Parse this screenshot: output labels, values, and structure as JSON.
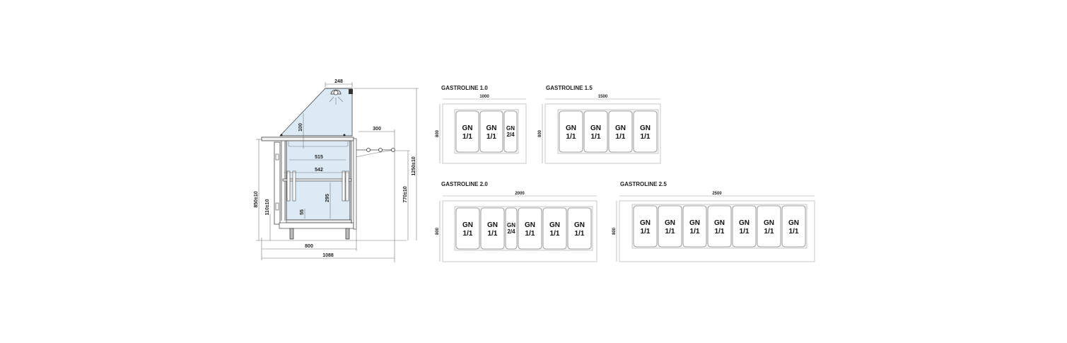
{
  "side_view": {
    "dimensions": {
      "top_width": "248",
      "sneeze_guard_height": "100",
      "inner_width_upper": "515",
      "inner_width_lower": "542",
      "shelf_height": "295",
      "base_height": "55",
      "tray_slide_depth": "300",
      "total_height": "1250±10",
      "counter_height": "850±10",
      "tray_slide_height": "770±10",
      "leg_height": "110±10",
      "body_depth": "800",
      "total_depth": "1088"
    }
  },
  "layouts": [
    {
      "title": "GASTROLINE 1.0",
      "width": "1000",
      "depth": "800",
      "pans": [
        {
          "line1": "GN",
          "line2": "1/1",
          "size": "full"
        },
        {
          "line1": "GN",
          "line2": "1/1",
          "size": "full"
        },
        {
          "line1": "GN",
          "line2": "2/4",
          "size": "half"
        }
      ]
    },
    {
      "title": "GASTROLINE 1.5",
      "width": "1500",
      "depth": "800",
      "pans": [
        {
          "line1": "GN",
          "line2": "1/1",
          "size": "full"
        },
        {
          "line1": "GN",
          "line2": "1/1",
          "size": "full"
        },
        {
          "line1": "GN",
          "line2": "1/1",
          "size": "full"
        },
        {
          "line1": "GN",
          "line2": "1/1",
          "size": "full"
        }
      ]
    },
    {
      "title": "GASTROLINE 2.0",
      "width": "2000",
      "depth": "800",
      "pans": [
        {
          "line1": "GN",
          "line2": "1/1",
          "size": "full"
        },
        {
          "line1": "GN",
          "line2": "1/1",
          "size": "full"
        },
        {
          "line1": "GN",
          "line2": "2/4",
          "size": "half"
        },
        {
          "line1": "GN",
          "line2": "1/1",
          "size": "full"
        },
        {
          "line1": "GN",
          "line2": "1/1",
          "size": "full"
        },
        {
          "line1": "GN",
          "line2": "1/1",
          "size": "full"
        }
      ]
    },
    {
      "title": "GASTROLINE 2.5",
      "width": "2500",
      "depth": "800",
      "pans": [
        {
          "line1": "GN",
          "line2": "1/1",
          "size": "full"
        },
        {
          "line1": "GN",
          "line2": "1/1",
          "size": "full"
        },
        {
          "line1": "GN",
          "line2": "1/1",
          "size": "full"
        },
        {
          "line1": "GN",
          "line2": "1/1",
          "size": "full"
        },
        {
          "line1": "GN",
          "line2": "1/1",
          "size": "full"
        },
        {
          "line1": "GN",
          "line2": "1/1",
          "size": "full"
        },
        {
          "line1": "GN",
          "line2": "1/1",
          "size": "full"
        }
      ]
    }
  ],
  "colors": {
    "glass": "#dceaf5",
    "line": "#444444",
    "pan_border": "#888888"
  }
}
